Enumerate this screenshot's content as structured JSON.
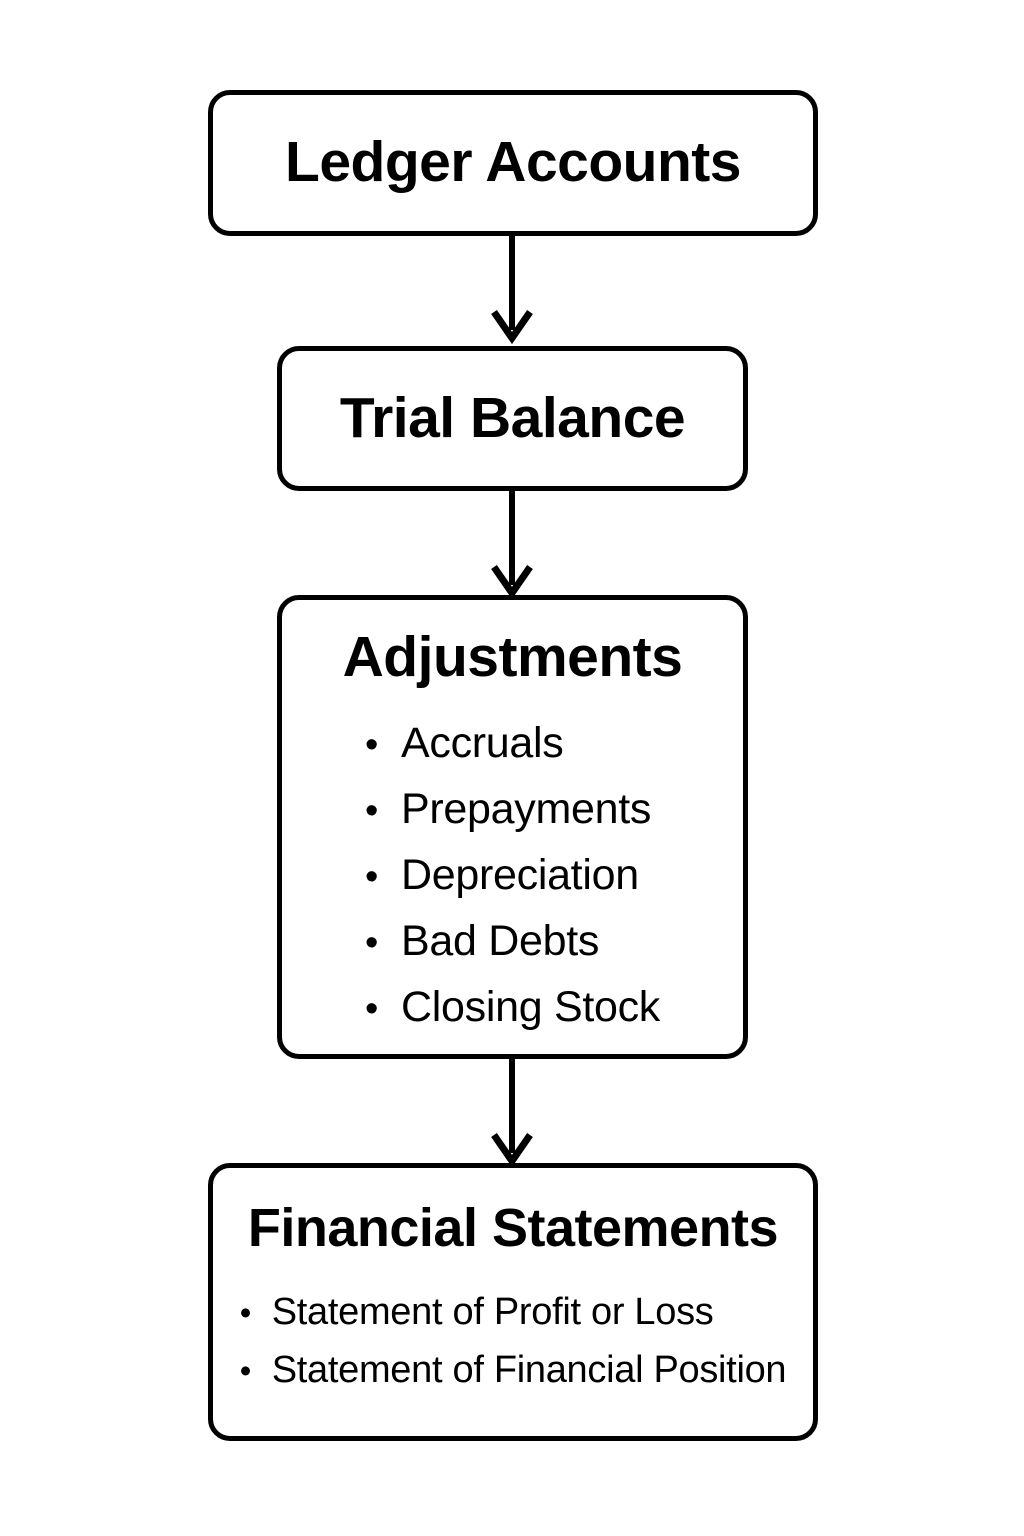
{
  "diagram": {
    "title": "Accounting cycle flow: Ledger Accounts to Financial Statements",
    "background_color": "#ffffff",
    "stroke_color": "#000000",
    "nodes": [
      {
        "id": "ledger-accounts",
        "title": "Ledger Accounts",
        "items": []
      },
      {
        "id": "trial-balance",
        "title": "Trial Balance",
        "items": []
      },
      {
        "id": "adjustments",
        "title": "Adjustments",
        "bullet_glyph": "•",
        "items": [
          "Accruals",
          "Prepayments",
          "Depreciation",
          "Bad Debts",
          "Closing Stock"
        ]
      },
      {
        "id": "financial-statements",
        "title": "Financial Statements",
        "bullet_glyph": "•",
        "items": [
          "Statement of Profit or Loss",
          "Statement of Financial Position"
        ]
      }
    ],
    "connectors": [
      {
        "id": "arrow-ledger-to-trial",
        "from": "ledger-accounts",
        "to": "trial-balance",
        "direction": "down"
      },
      {
        "id": "arrow-trial-to-adjustments",
        "from": "trial-balance",
        "to": "adjustments",
        "direction": "down"
      },
      {
        "id": "arrow-adjustments-to-financial",
        "from": "adjustments",
        "to": "financial-statements",
        "direction": "down"
      }
    ]
  }
}
